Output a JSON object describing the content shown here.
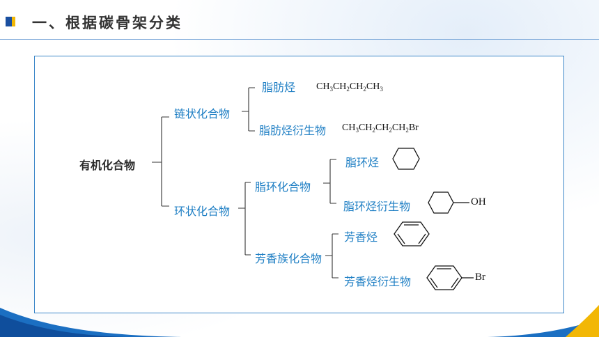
{
  "header": {
    "title": "一、根据碳骨架分类"
  },
  "tree": {
    "root": "有机化合物",
    "chain": {
      "label": "链状化合物",
      "children": [
        {
          "label": "脂肪烃",
          "formula": [
            "CH",
            "3",
            "CH",
            "2",
            "CH",
            "2",
            "CH",
            "3"
          ]
        },
        {
          "label": "脂肪烃衍生物",
          "formula": [
            "CH",
            "3",
            "CH",
            "2",
            "CH",
            "2",
            "CH",
            "2",
            "Br"
          ]
        }
      ]
    },
    "ring": {
      "label": "环状化合物",
      "alicyclic": {
        "label": "脂环化合物",
        "children": [
          {
            "label": "脂环烃",
            "structure": "cyclohexane-icon"
          },
          {
            "label": "脂环烃衍生物",
            "structure": "cyclohexanol-icon",
            "substituent": "OH"
          }
        ]
      },
      "aromatic": {
        "label": "芳香族化合物",
        "children": [
          {
            "label": "芳香烃",
            "structure": "benzene-icon"
          },
          {
            "label": "芳香烃衍生物",
            "structure": "bromobenzene-icon",
            "substituent": "Br"
          }
        ]
      }
    }
  },
  "colors": {
    "accent": "#1f7fc4",
    "frame": "#3b86c8",
    "header_block": "#1a4fa0",
    "header_yellow": "#f2b705"
  }
}
